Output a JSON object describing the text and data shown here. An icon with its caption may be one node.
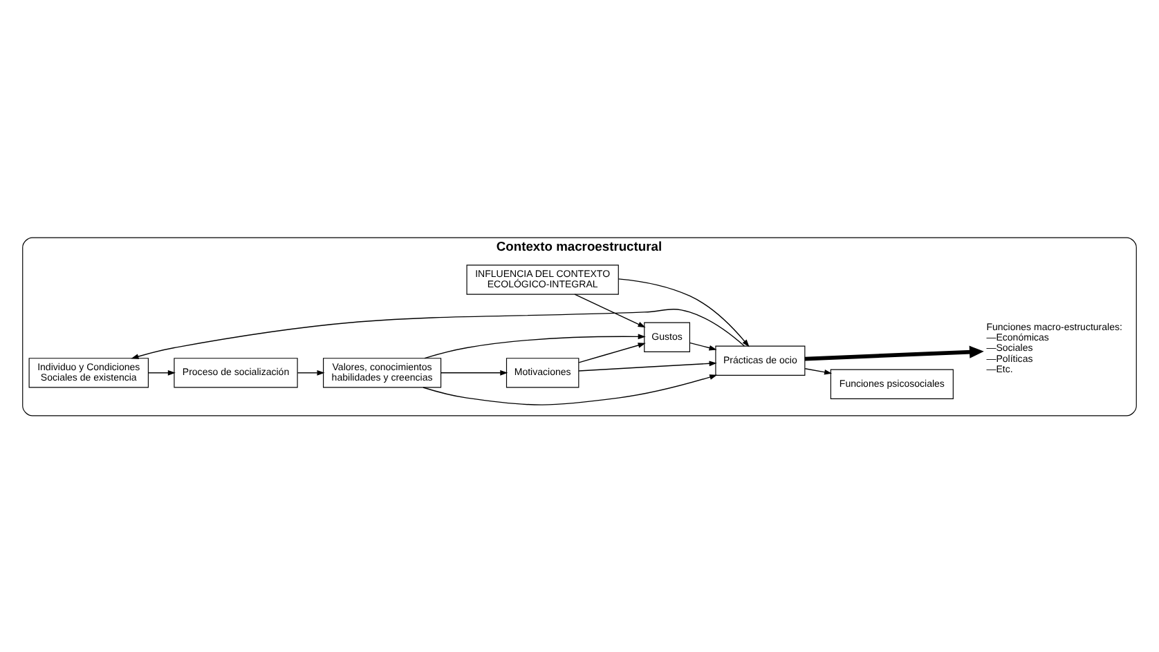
{
  "diagram": {
    "nodes": [
      {
        "text": [
          "Contexto macroestructural"
        ]
      },
      {
        "text": [
          "INFLUENCIA DEL CONTEXTO ECOLÓGICO-INTEGRAL"
        ],
        "in": 0
      },
      {
        "text": [
          "Individuo y Condiciones Sociales de existencia"
        ],
        "in": 0
      },
      {
        "text": [
          "Proceso de socialización"
        ],
        "in": 0
      },
      {
        "text": [
          "Valores, conocimientos habilidades y creencias"
        ],
        "in": 0
      },
      {
        "text": [
          "Gustos"
        ],
        "in": 0
      },
      {
        "text": [
          "Motivaciones"
        ],
        "in": 0
      },
      {
        "text": [
          "Prácticas de ocio"
        ],
        "in": 0
      },
      {
        "text": [
          "Funciones psicosociales"
        ],
        "in": 0
      },
      {
        "text": [
          "Funciones macro-estructurales:",
          "—Económicas",
          "—Sociales",
          "—Políticas",
          "—Etc."
        ],
        "in": 0
      }
    ],
    "edges": [
      {
        "from": 1,
        "to": 5,
        "arrow": "to"
      },
      {
        "from": 1,
        "to": 7,
        "arrow": "to"
      },
      {
        "from": 2,
        "to": 3,
        "arrow": "to"
      },
      {
        "from": 3,
        "to": 4,
        "arrow": "to"
      },
      {
        "from": 4,
        "to": 5,
        "arrow": "to"
      },
      {
        "from": 4,
        "to": 7,
        "arrow": "to"
      },
      {
        "from": 4,
        "to": 6,
        "arrow": "to"
      },
      {
        "from": 6,
        "to": 5,
        "arrow": "to"
      },
      {
        "from": 5,
        "to": 7,
        "arrow": "to"
      },
      {
        "from": 6,
        "to": 7,
        "arrow": "to"
      },
      {
        "from": 7,
        "to": 2,
        "arrow": "to"
      },
      {
        "from": 7,
        "to": 8,
        "arrow": "to"
      },
      {
        "from": 7,
        "to": 9,
        "arrow": "to",
        "style": "thick"
      }
    ]
  }
}
